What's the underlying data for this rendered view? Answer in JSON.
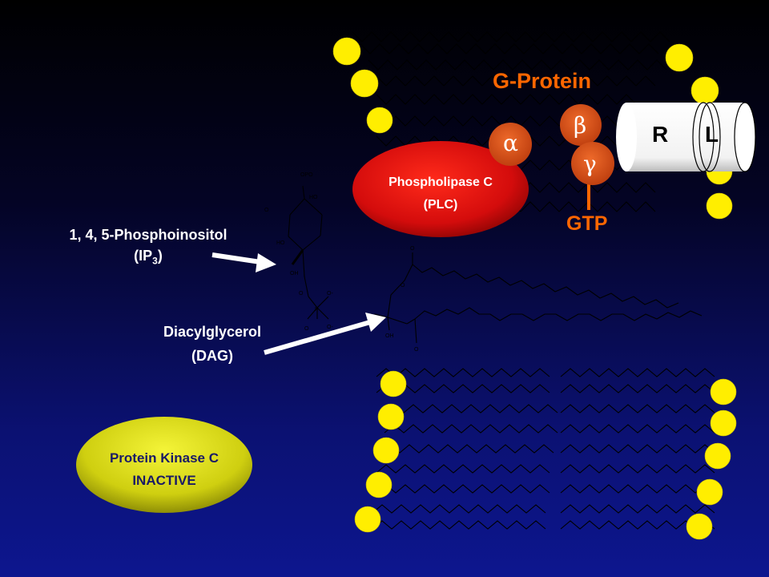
{
  "labels": {
    "g_protein": "G-Protein",
    "gtp": "GTP",
    "plc_line1": "Phospholipase C",
    "plc_line2": "(PLC)",
    "ip3_line1": "1, 4, 5-Phosphoinositol",
    "ip3_line2_main": "(IP",
    "ip3_line2_sub": "3",
    "ip3_line2_end": ")",
    "dag_line1": "Diacylglycerol",
    "dag_line2": "(DAG)",
    "pkc_line1": "Protein Kinase C",
    "pkc_line2": "INACTIVE",
    "receptor": "R",
    "ligand": "L"
  },
  "subunits": {
    "alpha": "α",
    "beta": "β",
    "gamma": "γ"
  },
  "chemistry": {
    "ip3": [
      "OPO",
      "HO",
      "O",
      "HO",
      "OH",
      "O",
      "P",
      "O-",
      "O-",
      "O"
    ],
    "dag": [
      "O",
      "O",
      "H",
      "OH",
      "O"
    ]
  },
  "colors": {
    "lipid_head": "#ffee00",
    "subunit": "#e0551a",
    "plc_fill": "#dd1010",
    "pkc_fill": "#d8d810",
    "label_orange": "#ff6600",
    "background_top": "#000000",
    "background_bottom": "#0d168f"
  }
}
